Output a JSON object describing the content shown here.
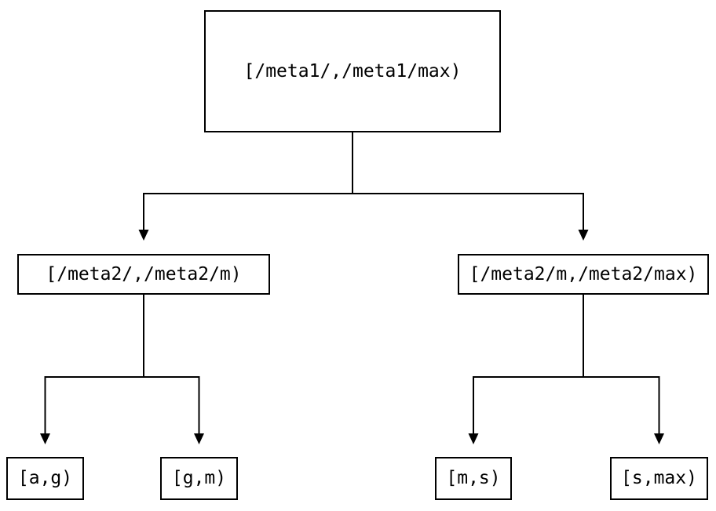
{
  "diagram": {
    "type": "tree",
    "background_color": "#ffffff",
    "line_color": "#000000",
    "text_color": "#000000",
    "nodes": {
      "root": {
        "label": "[/meta1/,/meta1/max)"
      },
      "level2_left": {
        "label": "[/meta2/,/meta2/m)"
      },
      "level2_right": {
        "label": "[/meta2/m,/meta2/max)"
      },
      "leaf_a_g": {
        "label": "[a,g)"
      },
      "leaf_g_m": {
        "label": "[g,m)"
      },
      "leaf_m_s": {
        "label": "[m,s)"
      },
      "leaf_s_max": {
        "label": "[s,max)"
      }
    },
    "edges": [
      {
        "from": "root",
        "to": "level2_left"
      },
      {
        "from": "root",
        "to": "level2_right"
      },
      {
        "from": "level2_left",
        "to": "leaf_a_g"
      },
      {
        "from": "level2_left",
        "to": "leaf_g_m"
      },
      {
        "from": "level2_right",
        "to": "leaf_m_s"
      },
      {
        "from": "level2_right",
        "to": "leaf_s_max"
      }
    ]
  }
}
